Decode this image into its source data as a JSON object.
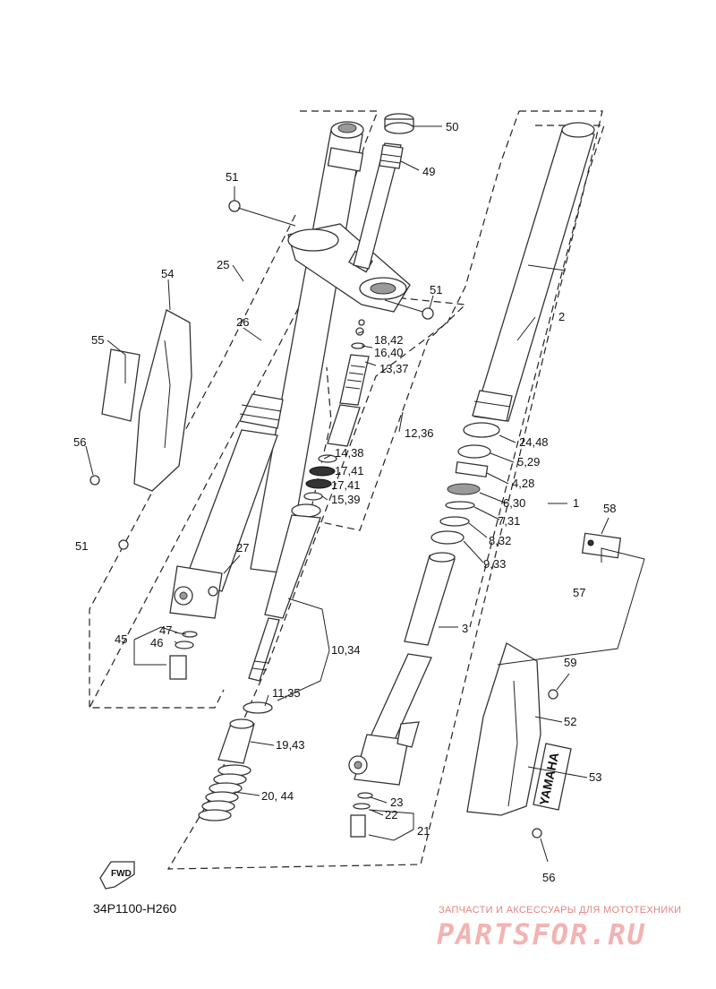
{
  "diagram_code": "34P1100-H260",
  "fwd_label": "FWD",
  "side_cover_logo": "YAMAHA",
  "watermark": {
    "tagline": "ЗАПЧАСТИ И АКСЕССУАРЫ ДЛЯ МОТОТЕХНИКИ",
    "logo": "PARTSFOR.RU"
  },
  "callouts": {
    "c50": "50",
    "c49": "49",
    "c51a": "51",
    "c51b": "51",
    "c51c": "51",
    "c54": "54",
    "c25": "25",
    "c26": "26",
    "c55": "55",
    "c56a": "56",
    "c56b": "56",
    "c27": "27",
    "c47": "47",
    "c45": "45",
    "c46": "46",
    "c18_42": "18,42",
    "c16_40": "16,40",
    "c13_37": "13,37",
    "c12_36": "12,36",
    "c14_38": "14,38",
    "c17_41a": "17,41",
    "c17_41b": "17,41",
    "c15_39": "15,39",
    "c2": "2",
    "c24_48": "24,48",
    "c5_29": "5,29",
    "c4_28": "4,28",
    "c6_30": "6,30",
    "c7_31": "7,31",
    "c8_32": "8,32",
    "c9_33": "9,33",
    "c1": "1",
    "c3": "3",
    "c58": "58",
    "c57": "57",
    "c59": "59",
    "c52": "52",
    "c53": "53",
    "c10_34": "10,34",
    "c11_35": "11,35",
    "c19_43": "19,43",
    "c20_44": "20, 44",
    "c23": "23",
    "c22": "22",
    "c21": "21"
  }
}
